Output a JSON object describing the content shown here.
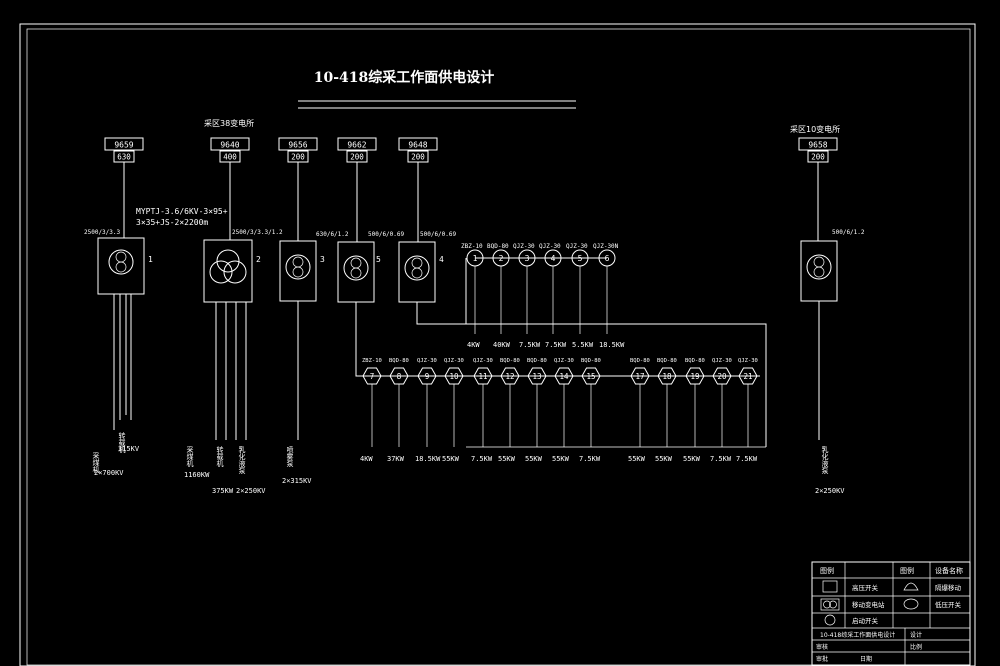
{
  "title": "10-418综采工作面供电设计",
  "substations": {
    "left": "采区38变电所",
    "right": "采区10变电所"
  },
  "switches": [
    {
      "id": "9659",
      "rating": "630"
    },
    {
      "id": "9640",
      "rating": "400"
    },
    {
      "id": "9656",
      "rating": "200"
    },
    {
      "id": "9662",
      "rating": "200"
    },
    {
      "id": "9648",
      "rating": "200"
    },
    {
      "id": "9658",
      "rating": "200"
    }
  ],
  "main_cable": {
    "line1": "MYPTJ-3.6/6KV-3×95+",
    "line2": "3×35+JS-2×2200m"
  },
  "transformers": [
    {
      "num": "1",
      "spec": "2500/3/3.3"
    },
    {
      "num": "2",
      "spec": "2500/3/3.3/1.2"
    },
    {
      "num": "3",
      "spec": "630/6/1.2"
    },
    {
      "num": "5",
      "spec": "500/6/0.69"
    },
    {
      "num": "4",
      "spec": "500/6/0.69"
    },
    {
      "num": "",
      "spec": "500/6/1.2"
    }
  ],
  "upper_feeders": [
    {
      "num": "1",
      "type": "ZBZ-10"
    },
    {
      "num": "2",
      "type": "BQD-80"
    },
    {
      "num": "3",
      "type": "QJZ-30"
    },
    {
      "num": "4",
      "type": "QJZ-30"
    },
    {
      "num": "5",
      "type": "QJZ-30"
    },
    {
      "num": "6",
      "type": "QJZ-30N"
    }
  ],
  "upper_powers": [
    "4KW",
    "40KW",
    "7.5KW",
    "7.5KW",
    "5.5KW",
    "18.5KW"
  ],
  "lower_feeders": [
    {
      "num": "7",
      "type": "ZBZ-10"
    },
    {
      "num": "8",
      "type": "BQD-80"
    },
    {
      "num": "9",
      "type": "QJZ-30"
    },
    {
      "num": "10",
      "type": "QJZ-30"
    },
    {
      "num": "11",
      "type": "QJZ-30"
    },
    {
      "num": "12",
      "type": "BQD-80"
    },
    {
      "num": "13",
      "type": "BQD-80"
    },
    {
      "num": "14",
      "type": "QJZ-30"
    },
    {
      "num": "15",
      "type": "BQD-80"
    },
    {
      "num": "17",
      "type": "BQD-80"
    },
    {
      "num": "18",
      "type": "BQD-80"
    },
    {
      "num": "19",
      "type": "BQD-80"
    },
    {
      "num": "20",
      "type": "QJZ-30"
    },
    {
      "num": "21",
      "type": "QJZ-30"
    }
  ],
  "lower_powers": [
    "4KW",
    "37KW",
    "18.5KW",
    "55KW",
    "7.5KW",
    "55KW",
    "55KW",
    "55KW",
    "7.5KW",
    "55KW",
    "55KW",
    "55KW",
    "7.5KW",
    "7.5KW"
  ],
  "left_loads": [
    {
      "name": "采煤机",
      "power": "2×700KV"
    },
    {
      "name": "转载机",
      "power": "315KV"
    },
    {
      "name": "采煤机",
      "power": "1160KW"
    },
    {
      "name": "转载机",
      "power": "375KW"
    },
    {
      "name": "乳化液泵",
      "power": "2×250KV"
    },
    {
      "name": "喷雾泵",
      "power": "2×315KV"
    }
  ],
  "right_load": {
    "name": "乳化液泵",
    "power": "2×250KV"
  },
  "legend": {
    "header_left": "图例",
    "header_mid": "图例",
    "header_right": "设备名称",
    "items": [
      {
        "label": "高压开关",
        "right": "隔爆移动"
      },
      {
        "label": "移动变电站",
        "right": "低压开关"
      },
      {
        "label": "启动开关",
        "right": ""
      }
    ],
    "project": "10-418综采工作面供电设计",
    "sign_rows": [
      "设计",
      "审核",
      "审批"
    ],
    "date_label": "日期",
    "scale_label": "比例"
  }
}
